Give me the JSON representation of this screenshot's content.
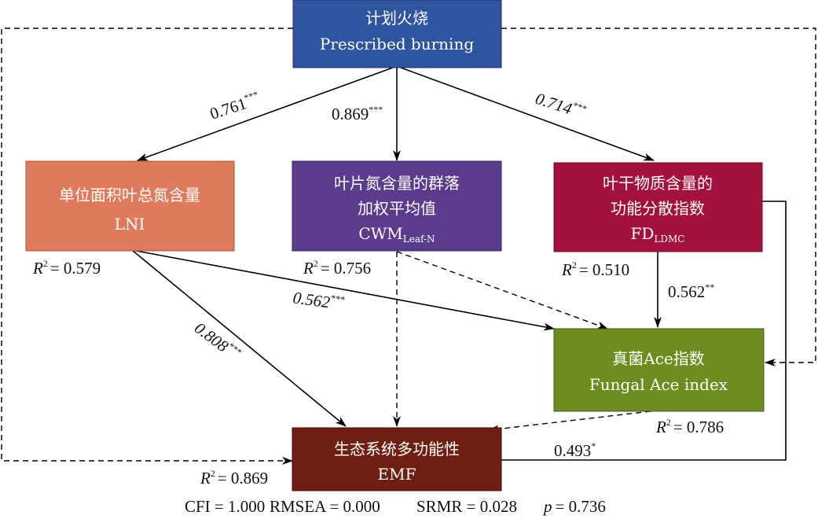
{
  "colors": {
    "prescribed_burning": "#2f55a0",
    "lni": "#e07a5c",
    "cwm": "#5b3c8c",
    "fd": "#a3123c",
    "fungal": "#6d8d21",
    "emf": "#6f1f12",
    "arrow": "#000000"
  },
  "nodes": {
    "prescribed_burning": {
      "zh": "计划火烧",
      "en": "Prescribed burning"
    },
    "lni": {
      "zh": "单位面积叶总氮含量",
      "en": "LNI"
    },
    "cwm": {
      "zh1": "叶片氮含量的群落",
      "zh2": "加权平均值",
      "en_main": "CWM",
      "en_sub": "Leaf-N"
    },
    "fd": {
      "zh1": "叶干物质含量的",
      "zh2": "功能分散指数",
      "en_main": "FD",
      "en_sub": "LDMC"
    },
    "fungal": {
      "zh": "真菌Ace指数",
      "en": "Fungal Ace index"
    },
    "emf": {
      "zh": "生态系统多功能性",
      "en": "EMF"
    }
  },
  "coefficients": {
    "pb_lni": {
      "value": "0.761",
      "sig": "***"
    },
    "pb_cwm": {
      "value": "0.869",
      "sig": "***"
    },
    "pb_fd": {
      "value": "0.714",
      "sig": "***"
    },
    "lni_fungal": {
      "value": "0.562",
      "sig": "***"
    },
    "lni_emf": {
      "value": "0.808",
      "sig": "***"
    },
    "fd_fungal": {
      "value": "0.562",
      "sig": "**"
    },
    "fd_emf": {
      "value": "0.493",
      "sig": "*"
    }
  },
  "r2": {
    "label": "R",
    "exp": "2",
    "lni": "= 0.579",
    "cwm": "= 0.756",
    "fd": "= 0.510",
    "fungal": "= 0.786",
    "emf": "= 0.869"
  },
  "fit": {
    "cfi": "CFI = 1.000",
    "rmsea": "RMSEA = 0.000",
    "srmr": "SRMR = 0.028",
    "p_label": "p",
    "p_value": "= 0.736"
  }
}
